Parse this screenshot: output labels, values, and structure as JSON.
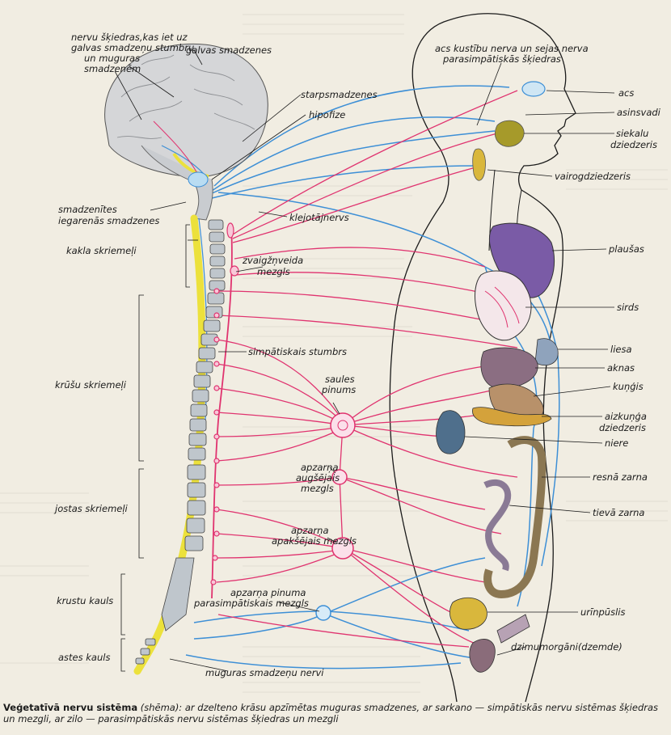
{
  "labels": {
    "nervu_skiedras": [
      "nervu šķiedras,kas iet uz",
      "galvas smadzeņu stumbru",
      "un muguras",
      "smadzenēm"
    ],
    "galvas_smadzenes": "galvas smadzenes",
    "starpsmadzenes": "starpsmadzenes",
    "hipofize": "hipofize",
    "smadzenites": [
      "smadzenītes",
      "iegarenās smadzenes"
    ],
    "kakla_skriemeli": "kakla skriemeļi",
    "klejotajnervs": "klejotājnervs",
    "zvaigznveida": [
      "zvaigžņveida",
      "mezgls"
    ],
    "simpatiskais_stumbrs": "simpātiskais stumbrs",
    "krusu_skriemeli": "krūšu skriemeļi",
    "saules_pinums": [
      "saules",
      "pinums"
    ],
    "apzarna_augsejais": [
      "apzarņa",
      "augšējais",
      "mezgls"
    ],
    "jostas_skriemeli": "jostas skriemeļi",
    "apzarna_apaksejais": [
      "apzarņa",
      "apakšējais mezgls"
    ],
    "krustu_kauls": "krustu kauls",
    "apzarna_pinuma": [
      "apzarņa pinuma",
      "parasimpātiskais mezgls"
    ],
    "astes_kauls": "astes kauls",
    "muguras_nervi": "muguras smadzeņu nervi",
    "acs_kustibu": [
      "acs kustību nerva un sejas nerva",
      "parasimpātiskās šķiedras"
    ],
    "acs": "acs",
    "asinsvadi": "asinsvadi",
    "siekalu": [
      "siekalu",
      "dziedzeris"
    ],
    "vairogdziedzeris": "vairogdziedzeris",
    "plausas": "plaušas",
    "sirds": "sirds",
    "liesa": "liesa",
    "aknas": "aknas",
    "kungis": "kuņģis",
    "aizkunga": [
      "aizkuņģa",
      "dziedzeris"
    ],
    "niere": "niere",
    "resna_zarna": "resnā zarna",
    "tieva_zarna": "tievā zarna",
    "urinpuslis": "urīnpūslis",
    "dzimumorgani": "dzimumorgāni(dzemde)"
  },
  "caption": {
    "title": "Veģetatīvā nervu sistēma",
    "rest": " (shēma): ar dzelteno krāsu apzīmētas muguras smadzenes, ar sarkano — simpātiskās nervu sistēmas šķiedras un mezgli, ar zilo — parasimpātiskās nervu sistēmas šķiedras un mezgli"
  },
  "colors": {
    "background": "#f1ede2",
    "sympathetic": "#e0336f",
    "parasympathetic": "#3d8fd6",
    "spinal_cord": "#ece13c",
    "bone": "#bfc6cc",
    "outline": "#1b1b1b"
  }
}
